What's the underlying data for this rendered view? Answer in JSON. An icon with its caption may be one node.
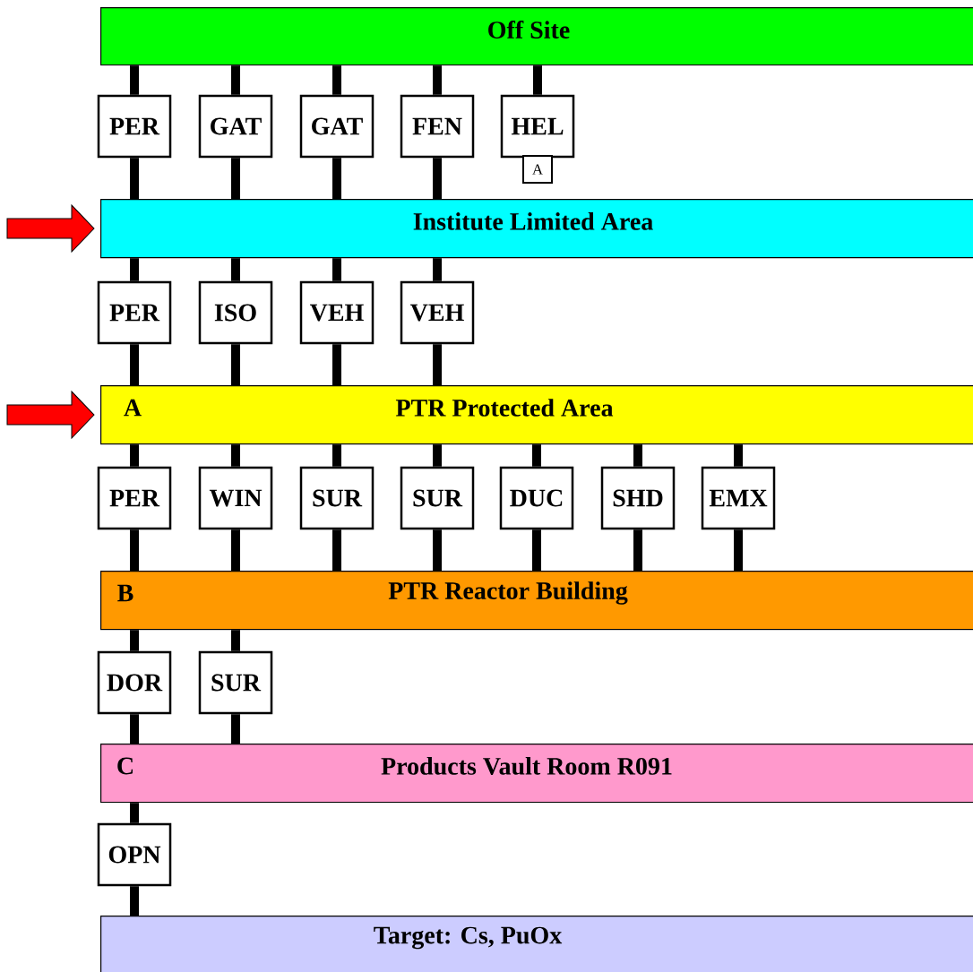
{
  "diagram": {
    "nodes": [
      {
        "text": [
          "Off Site"
        ]
      },
      {
        "text": [
          "PER"
        ]
      },
      {
        "text": [
          "GAT"
        ]
      },
      {
        "text": [
          "GAT"
        ]
      },
      {
        "text": [
          "FEN"
        ]
      },
      {
        "text": [
          "HEL"
        ]
      },
      {
        "text": [
          "A"
        ]
      },
      {
        "text": [
          "Institute Limited Area"
        ]
      },
      {
        "text": [
          "PER"
        ]
      },
      {
        "text": [
          "ISO"
        ]
      },
      {
        "text": [
          "VEH"
        ]
      },
      {
        "text": [
          "VEH"
        ]
      },
      {
        "text": [
          "A",
          "PTR Protected Area"
        ]
      },
      {
        "text": [
          "PER"
        ]
      },
      {
        "text": [
          "WIN"
        ]
      },
      {
        "text": [
          "SUR"
        ]
      },
      {
        "text": [
          "SUR"
        ]
      },
      {
        "text": [
          "DUC"
        ]
      },
      {
        "text": [
          "SHD"
        ]
      },
      {
        "text": [
          "EMX"
        ]
      },
      {
        "text": [
          "B",
          "PTR Reactor Building"
        ]
      },
      {
        "text": [
          "DOR"
        ]
      },
      {
        "text": [
          "SUR"
        ]
      },
      {
        "text": [
          "C",
          "Products Vault Room R091"
        ]
      },
      {
        "text": [
          "OPN"
        ]
      },
      {
        "text": [
          "Target: Cs, PuOx"
        ]
      }
    ],
    "edges": [
      {
        "from": 0,
        "to": 1,
        "arrow": "none"
      },
      {
        "from": 0,
        "to": 2,
        "arrow": "none"
      },
      {
        "from": 0,
        "to": 3,
        "arrow": "none"
      },
      {
        "from": 0,
        "to": 4,
        "arrow": "none"
      },
      {
        "from": 0,
        "to": 5,
        "arrow": "none"
      },
      {
        "from": 1,
        "to": 7,
        "arrow": "none"
      },
      {
        "from": 2,
        "to": 7,
        "arrow": "none"
      },
      {
        "from": 3,
        "to": 7,
        "arrow": "none"
      },
      {
        "from": 4,
        "to": 7,
        "arrow": "none"
      },
      {
        "from": 7,
        "to": 8,
        "arrow": "none"
      },
      {
        "from": 7,
        "to": 9,
        "arrow": "none"
      },
      {
        "from": 7,
        "to": 10,
        "arrow": "none"
      },
      {
        "from": 7,
        "to": 11,
        "arrow": "none"
      },
      {
        "from": 8,
        "to": 12,
        "arrow": "none"
      },
      {
        "from": 9,
        "to": 12,
        "arrow": "none"
      },
      {
        "from": 10,
        "to": 12,
        "arrow": "none"
      },
      {
        "from": 11,
        "to": 12,
        "arrow": "none"
      },
      {
        "from": 12,
        "to": 13,
        "arrow": "none"
      },
      {
        "from": 12,
        "to": 14,
        "arrow": "none"
      },
      {
        "from": 12,
        "to": 15,
        "arrow": "none"
      },
      {
        "from": 12,
        "to": 16,
        "arrow": "none"
      },
      {
        "from": 12,
        "to": 17,
        "arrow": "none"
      },
      {
        "from": 12,
        "to": 18,
        "arrow": "none"
      },
      {
        "from": 12,
        "to": 19,
        "arrow": "none"
      },
      {
        "from": 13,
        "to": 20,
        "arrow": "none"
      },
      {
        "from": 14,
        "to": 20,
        "arrow": "none"
      },
      {
        "from": 15,
        "to": 20,
        "arrow": "none"
      },
      {
        "from": 16,
        "to": 20,
        "arrow": "none"
      },
      {
        "from": 17,
        "to": 20,
        "arrow": "none"
      },
      {
        "from": 18,
        "to": 20,
        "arrow": "none"
      },
      {
        "from": 19,
        "to": 20,
        "arrow": "none"
      },
      {
        "from": 20,
        "to": 21,
        "arrow": "none"
      },
      {
        "from": 20,
        "to": 22,
        "arrow": "none"
      },
      {
        "from": 21,
        "to": 23,
        "arrow": "none"
      },
      {
        "from": 22,
        "to": 23,
        "arrow": "none"
      },
      {
        "from": 23,
        "to": 24,
        "arrow": "none"
      },
      {
        "from": 24,
        "to": 25,
        "arrow": "none"
      },
      {
        "from": null,
        "to": 7,
        "arrow": "to",
        "color": "#ff0000"
      },
      {
        "from": null,
        "to": 12,
        "arrow": "to",
        "color": "#ff0000"
      }
    ]
  }
}
